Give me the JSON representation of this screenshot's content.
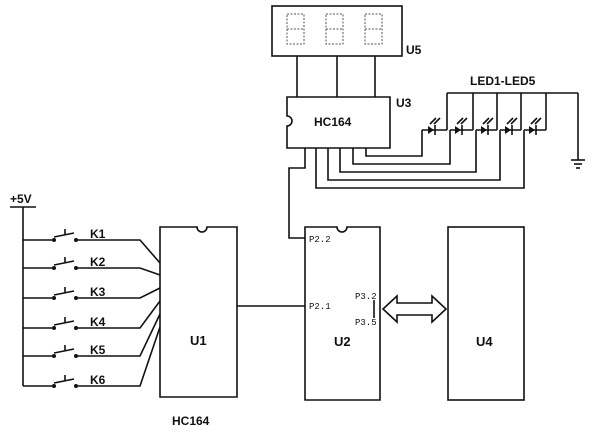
{
  "labels": {
    "u5": "U5",
    "u3": "U3",
    "u3_chip": "HC164",
    "led_group": "LED1-LED5",
    "power": "+5V",
    "u1": "U1",
    "u1_caption": "HC164",
    "u2": "U2",
    "u4": "U4"
  },
  "keys": [
    "K1",
    "K2",
    "K3",
    "K4",
    "K5",
    "K6"
  ],
  "pins": {
    "p22": "P2.2",
    "p21": "P2.1",
    "p32": "P3.2",
    "p35": "P3.5"
  }
}
